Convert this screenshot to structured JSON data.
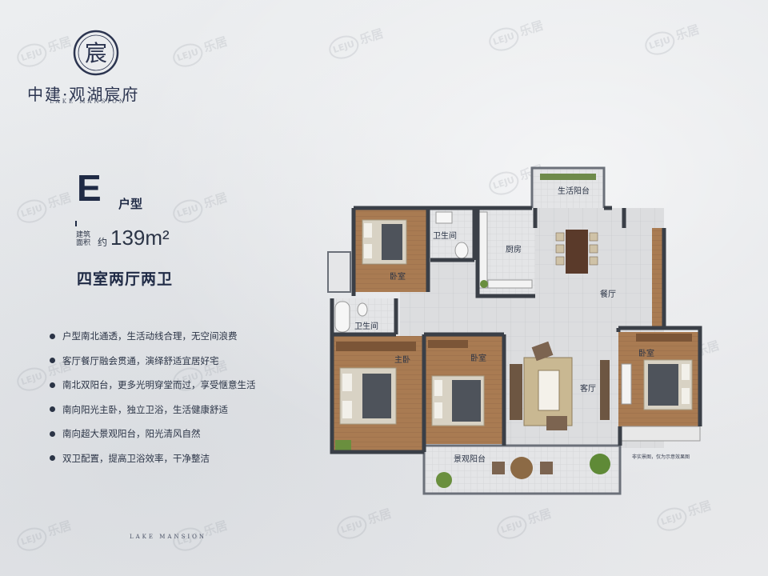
{
  "brand": {
    "logo_glyph": "宸",
    "name": "中建·观湖宸府",
    "subtitle": "LAKE MANSION"
  },
  "unit": {
    "letter": "E",
    "type_word": "户型",
    "area_label": "建筑面积",
    "area_prefix": "约",
    "area_value": "139m²",
    "layout": "四室两厅两卫"
  },
  "features": [
    "户型南北通透，生活动线合理，无空间浪费",
    "客厅餐厅融会贯通，演绎舒适宜居好宅",
    "南北双阳台，更多光明穿堂而过，享受惬意生活",
    "南向阳光主卧，独立卫浴，生活健康舒适",
    "南向超大景观阳台，阳光清风自然",
    "双卫配置，提高卫浴效率，干净整洁"
  ],
  "plan": {
    "rooms": {
      "utility_balcony": "生活阳台",
      "bath1": "卫生间",
      "kitchen": "厨房",
      "bed_nw": "卧室",
      "dining": "餐厅",
      "bath2": "卫生间",
      "master": "主卧",
      "bed_s": "卧室",
      "living": "客厅",
      "bed_e": "卧室",
      "view_balcony": "景观阳台"
    },
    "note": "非实景图，仅为示意效果图"
  },
  "watermark": "乐居",
  "footer": "LAKE MANSION",
  "colors": {
    "navy": "#1f2a45",
    "floor_wood": "#a87a52",
    "floor_tile": "#d9dadb",
    "wall": "#3a3f47"
  }
}
